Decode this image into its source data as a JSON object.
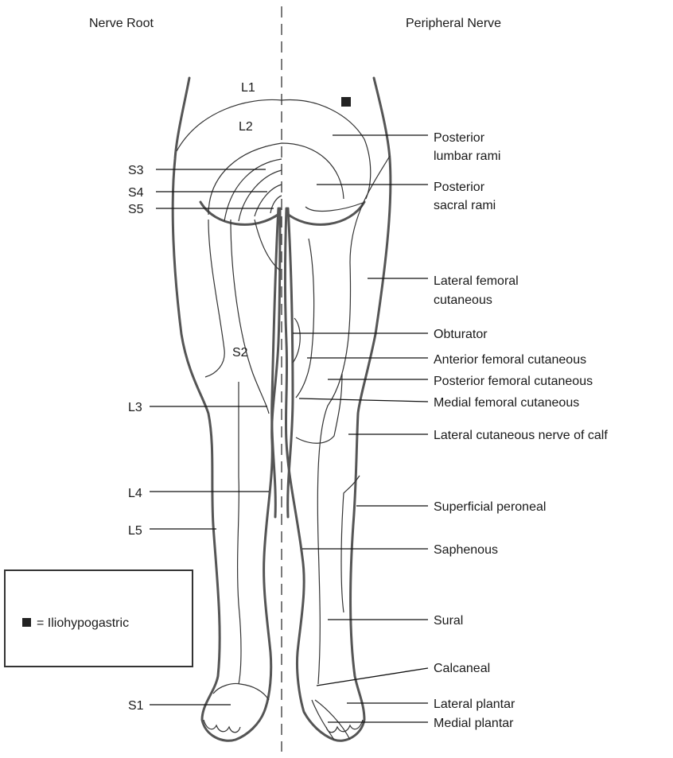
{
  "headings": {
    "left": "Nerve Root",
    "right": "Peripheral Nerve"
  },
  "root_labels": {
    "l1": "L1",
    "l2": "L2",
    "s3": "S3",
    "s4": "S4",
    "s5": "S5",
    "s2": "S2",
    "l3": "L3",
    "l4": "L4",
    "l5": "L5",
    "s1": "S1"
  },
  "nerve_labels": {
    "posterior_lumbar": [
      "Posterior",
      "lumbar rami"
    ],
    "posterior_sacral": [
      "Posterior",
      "sacral rami"
    ],
    "lateral_femoral": [
      "Lateral femoral",
      "cutaneous"
    ],
    "obturator": "Obturator",
    "anterior_femoral": "Anterior femoral cutaneous",
    "posterior_femoral": "Posterior femoral cutaneous",
    "medial_femoral": "Medial femoral cutaneous",
    "lateral_calf": "Lateral cutaneous nerve of calf",
    "superficial_peroneal": "Superficial peroneal",
    "saphenous": "Saphenous",
    "sural": "Sural",
    "calcaneal": "Calcaneal",
    "lateral_plantar": "Lateral plantar",
    "medial_plantar": "Medial plantar"
  },
  "legend": {
    "text": "= Iliohypogastric"
  },
  "colors": {
    "outline": "#555555",
    "text": "#1a1a1a",
    "marker": "#222222"
  }
}
